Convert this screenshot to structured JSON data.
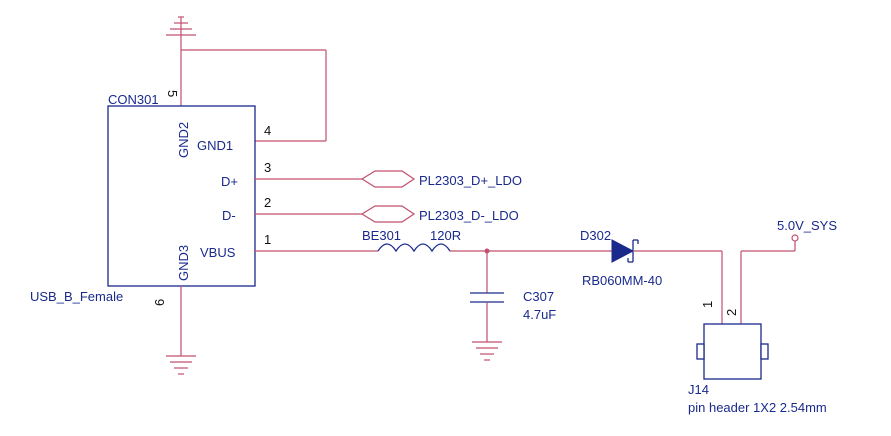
{
  "connector": {
    "ref": "CON301",
    "value": "USB_B_Female",
    "pin_names": {
      "gnd2": "GND2",
      "gnd1": "GND1",
      "dplus": "D+",
      "dminus": "D-",
      "gnd3": "GND3",
      "vbus": "VBUS"
    },
    "pin_numbers": {
      "top": "5",
      "gnd1": "4",
      "dplus": "3",
      "dminus": "2",
      "vbus": "1",
      "bottom": "6"
    }
  },
  "nets": {
    "dplus": "PL2303_D+_LDO",
    "dminus": "PL2303_D-_LDO",
    "power": "5.0V_SYS"
  },
  "inductor": {
    "ref": "BE301",
    "value": "120R"
  },
  "capacitor": {
    "ref": "C307",
    "value": "4.7uF"
  },
  "diode": {
    "ref": "D302",
    "value": "RB060MM-40"
  },
  "header": {
    "ref": "J14",
    "value": "pin header 1X2 2.54mm",
    "pin1": "1",
    "pin2": "2"
  },
  "colors": {
    "wire": "#c0506e",
    "symbol": "#1a2a8c"
  }
}
